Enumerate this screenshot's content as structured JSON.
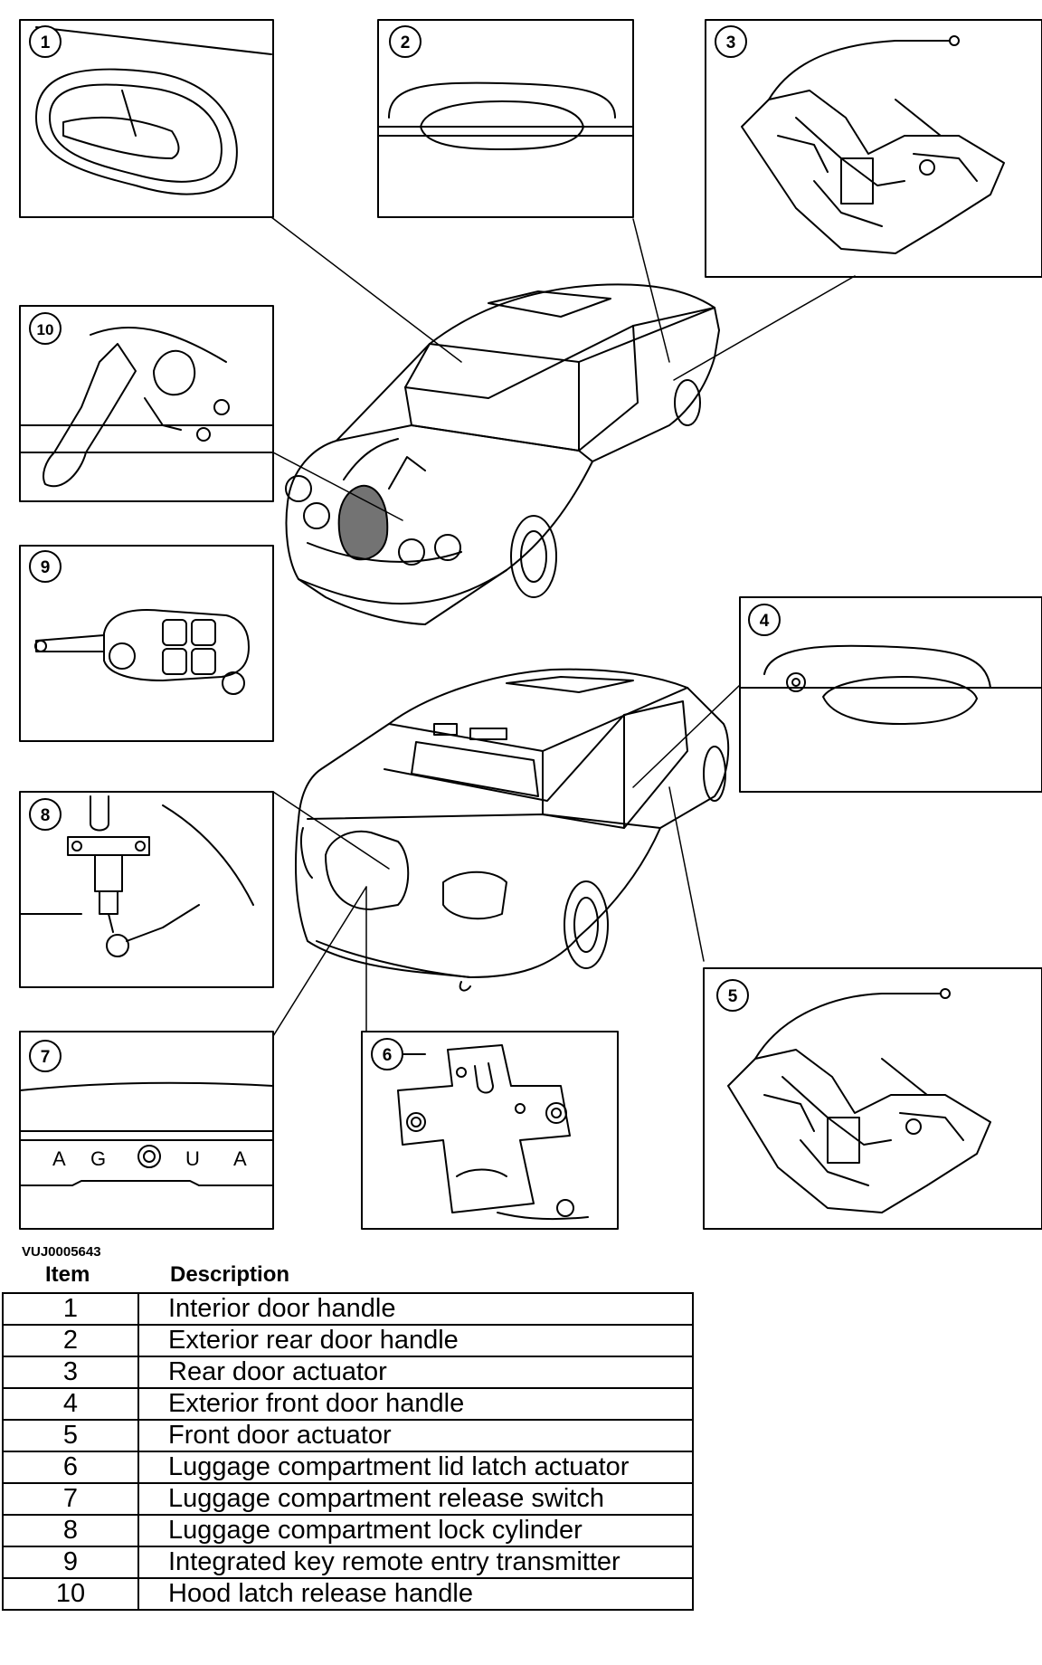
{
  "figure": {
    "reference": "VUJ0005643",
    "callouts": [
      {
        "id": "1"
      },
      {
        "id": "2"
      },
      {
        "id": "3"
      },
      {
        "id": "4"
      },
      {
        "id": "5"
      },
      {
        "id": "6"
      },
      {
        "id": "7"
      },
      {
        "id": "8"
      },
      {
        "id": "9"
      },
      {
        "id": "10"
      }
    ],
    "badge_lettering": [
      "A",
      "G",
      "U",
      "A"
    ]
  },
  "table": {
    "headers": {
      "item": "Item",
      "description": "Description"
    },
    "rows": [
      {
        "item": "1",
        "description": "Interior door handle"
      },
      {
        "item": "2",
        "description": "Exterior rear door handle"
      },
      {
        "item": "3",
        "description": "Rear door actuator"
      },
      {
        "item": "4",
        "description": "Exterior front door handle"
      },
      {
        "item": "5",
        "description": "Front door actuator"
      },
      {
        "item": "6",
        "description": "Luggage compartment lid latch actuator"
      },
      {
        "item": "7",
        "description": "Luggage compartment release switch"
      },
      {
        "item": "8",
        "description": "Luggage compartment lock cylinder"
      },
      {
        "item": "9",
        "description": "Integrated key remote entry transmitter"
      },
      {
        "item": "10",
        "description": "Hood latch release handle"
      }
    ]
  }
}
